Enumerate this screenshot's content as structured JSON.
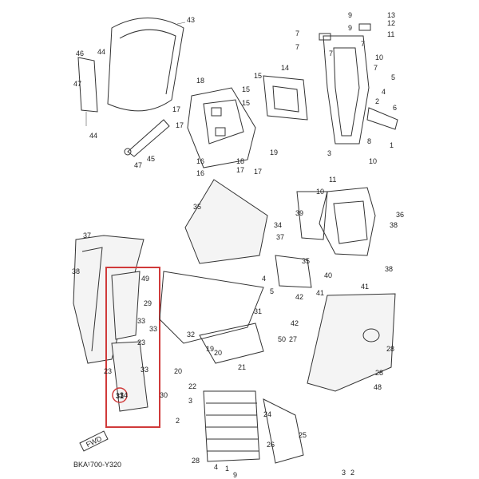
{
  "diagram": {
    "part_code": "BKA¹700-Y320",
    "fwd_label": "FWD",
    "highlight_color": "#d03a3a",
    "callouts": [
      "43",
      "46",
      "44",
      "47",
      "44",
      "45",
      "47",
      "18",
      "17",
      "17",
      "16",
      "16",
      "17",
      "19",
      "18",
      "17",
      "15",
      "14",
      "15",
      "15",
      "7",
      "9",
      "9",
      "7",
      "13",
      "12",
      "11",
      "10",
      "7",
      "5",
      "6",
      "7",
      "2",
      "7",
      "4",
      "3",
      "10",
      "1",
      "8",
      "10",
      "11",
      "38",
      "36",
      "35",
      "34",
      "39",
      "37",
      "35",
      "40",
      "38",
      "37",
      "38",
      "49",
      "29",
      "33",
      "23",
      "33",
      "33",
      "23",
      "34",
      "30",
      "31",
      "32",
      "19",
      "20",
      "21",
      "20",
      "22",
      "3",
      "2",
      "4",
      "5",
      "42",
      "41",
      "41",
      "42",
      "50",
      "28",
      "28",
      "48",
      "24",
      "25",
      "27",
      "26",
      "28",
      "4",
      "1",
      "9",
      "3",
      "2"
    ],
    "highlighted_callout": "31"
  }
}
